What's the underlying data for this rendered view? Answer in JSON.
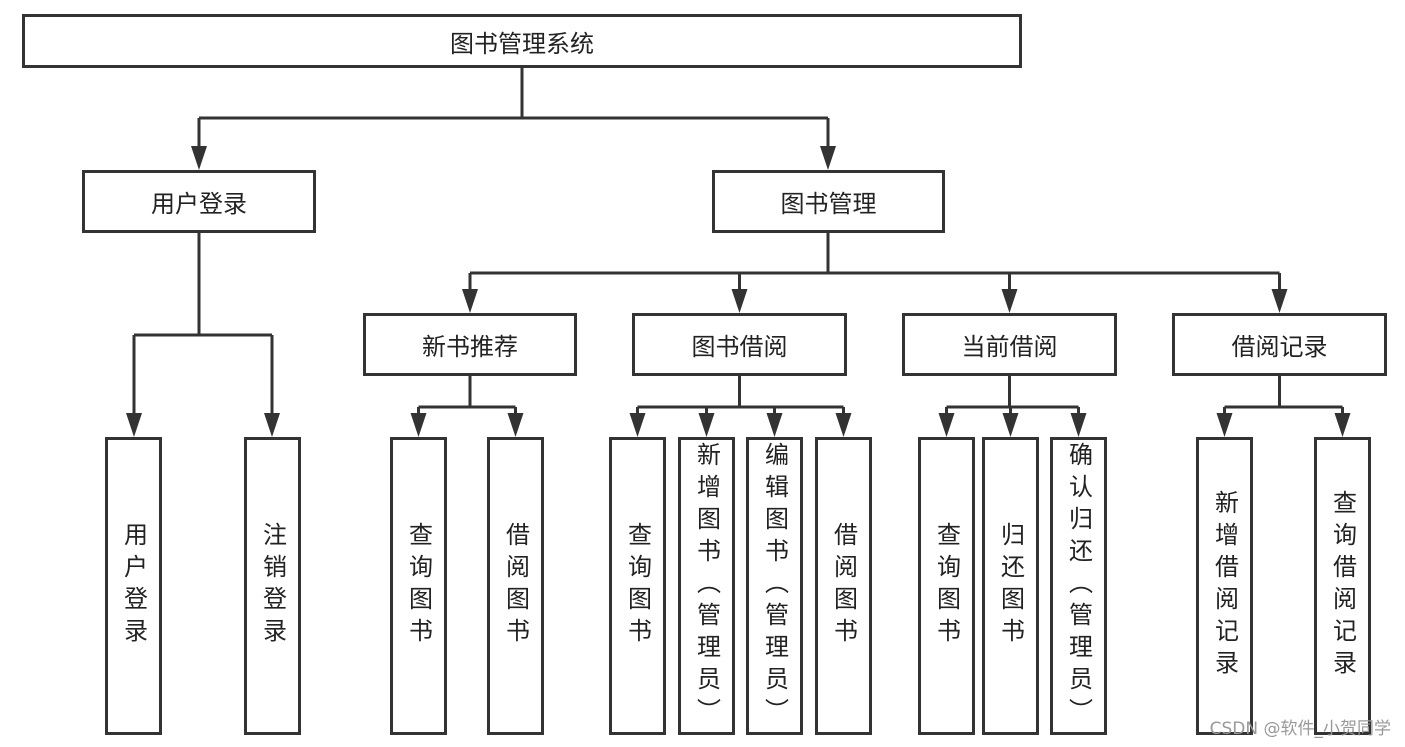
{
  "root": {
    "label": "图书管理系统",
    "children": [
      {
        "label": "用户登录",
        "children": [
          {
            "label": "用户登录"
          },
          {
            "label": "注销登录"
          }
        ]
      },
      {
        "label": "图书管理",
        "children": [
          {
            "label": "新书推荐",
            "children": [
              {
                "label": "查询图书"
              },
              {
                "label": "借阅图书"
              }
            ]
          },
          {
            "label": "图书借阅",
            "children": [
              {
                "label": "查询图书"
              },
              {
                "label": "新增图书（管理员）"
              },
              {
                "label": "编辑图书（管理员）"
              },
              {
                "label": "借阅图书"
              }
            ]
          },
          {
            "label": "当前借阅",
            "children": [
              {
                "label": "查询图书"
              },
              {
                "label": "归还图书"
              },
              {
                "label": "确认归还（管理员）"
              }
            ]
          },
          {
            "label": "借阅记录",
            "children": [
              {
                "label": "新增借阅记录"
              },
              {
                "label": "查询借阅记录"
              }
            ]
          }
        ]
      }
    ]
  },
  "watermark": "CSDN @软件_小贺同学",
  "colors": {
    "line": "#333333",
    "text": "#222222"
  }
}
